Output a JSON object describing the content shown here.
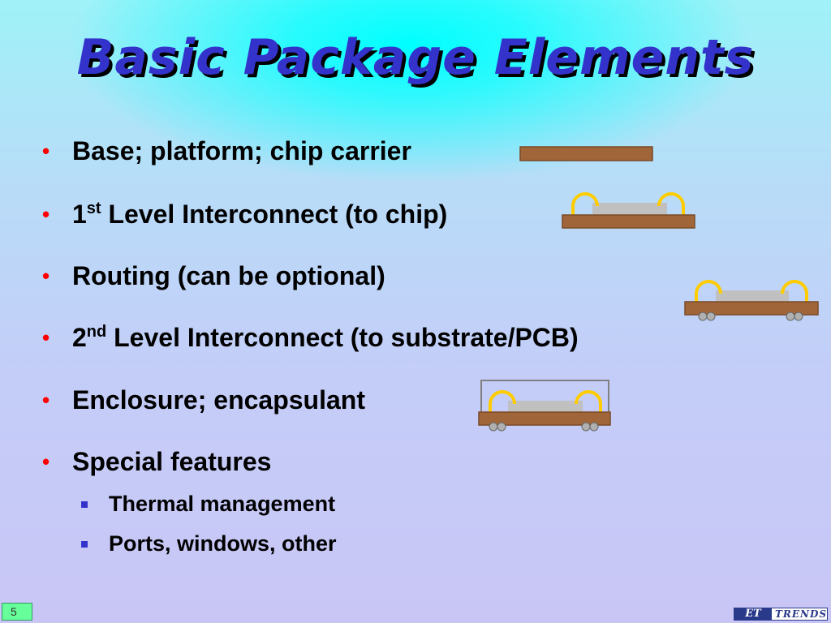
{
  "title": "Basic Package Elements",
  "bullets": [
    {
      "text": "Base; platform; chip carrier"
    },
    {
      "pre": "1",
      "sup": "st",
      "post": " Level Interconnect (to chip)"
    },
    {
      "text": "Routing (can be optional)"
    },
    {
      "pre": "2",
      "sup": "nd",
      "post": " Level Interconnect (to substrate/PCB)"
    },
    {
      "text": "Enclosure; encapsulant"
    },
    {
      "text": "Special features"
    }
  ],
  "sub_bullets": [
    "Thermal management",
    "Ports, windows, other"
  ],
  "page_number": "5",
  "logo": {
    "part1": "ET",
    "part2": "TRENDS"
  },
  "colors": {
    "title": "#3333cc",
    "bullet_dot": "#ff0000",
    "sub_bullet": "#3333cc",
    "substrate": "#a0663a",
    "chip": "#c0c0c0",
    "wire": "#ffcc00",
    "enclosure": "#808080"
  },
  "icons": [
    "bullet-dot-icon",
    "square-bullet-icon",
    "substrate-diagram",
    "interconnect-diagram",
    "enclosure-diagram"
  ]
}
